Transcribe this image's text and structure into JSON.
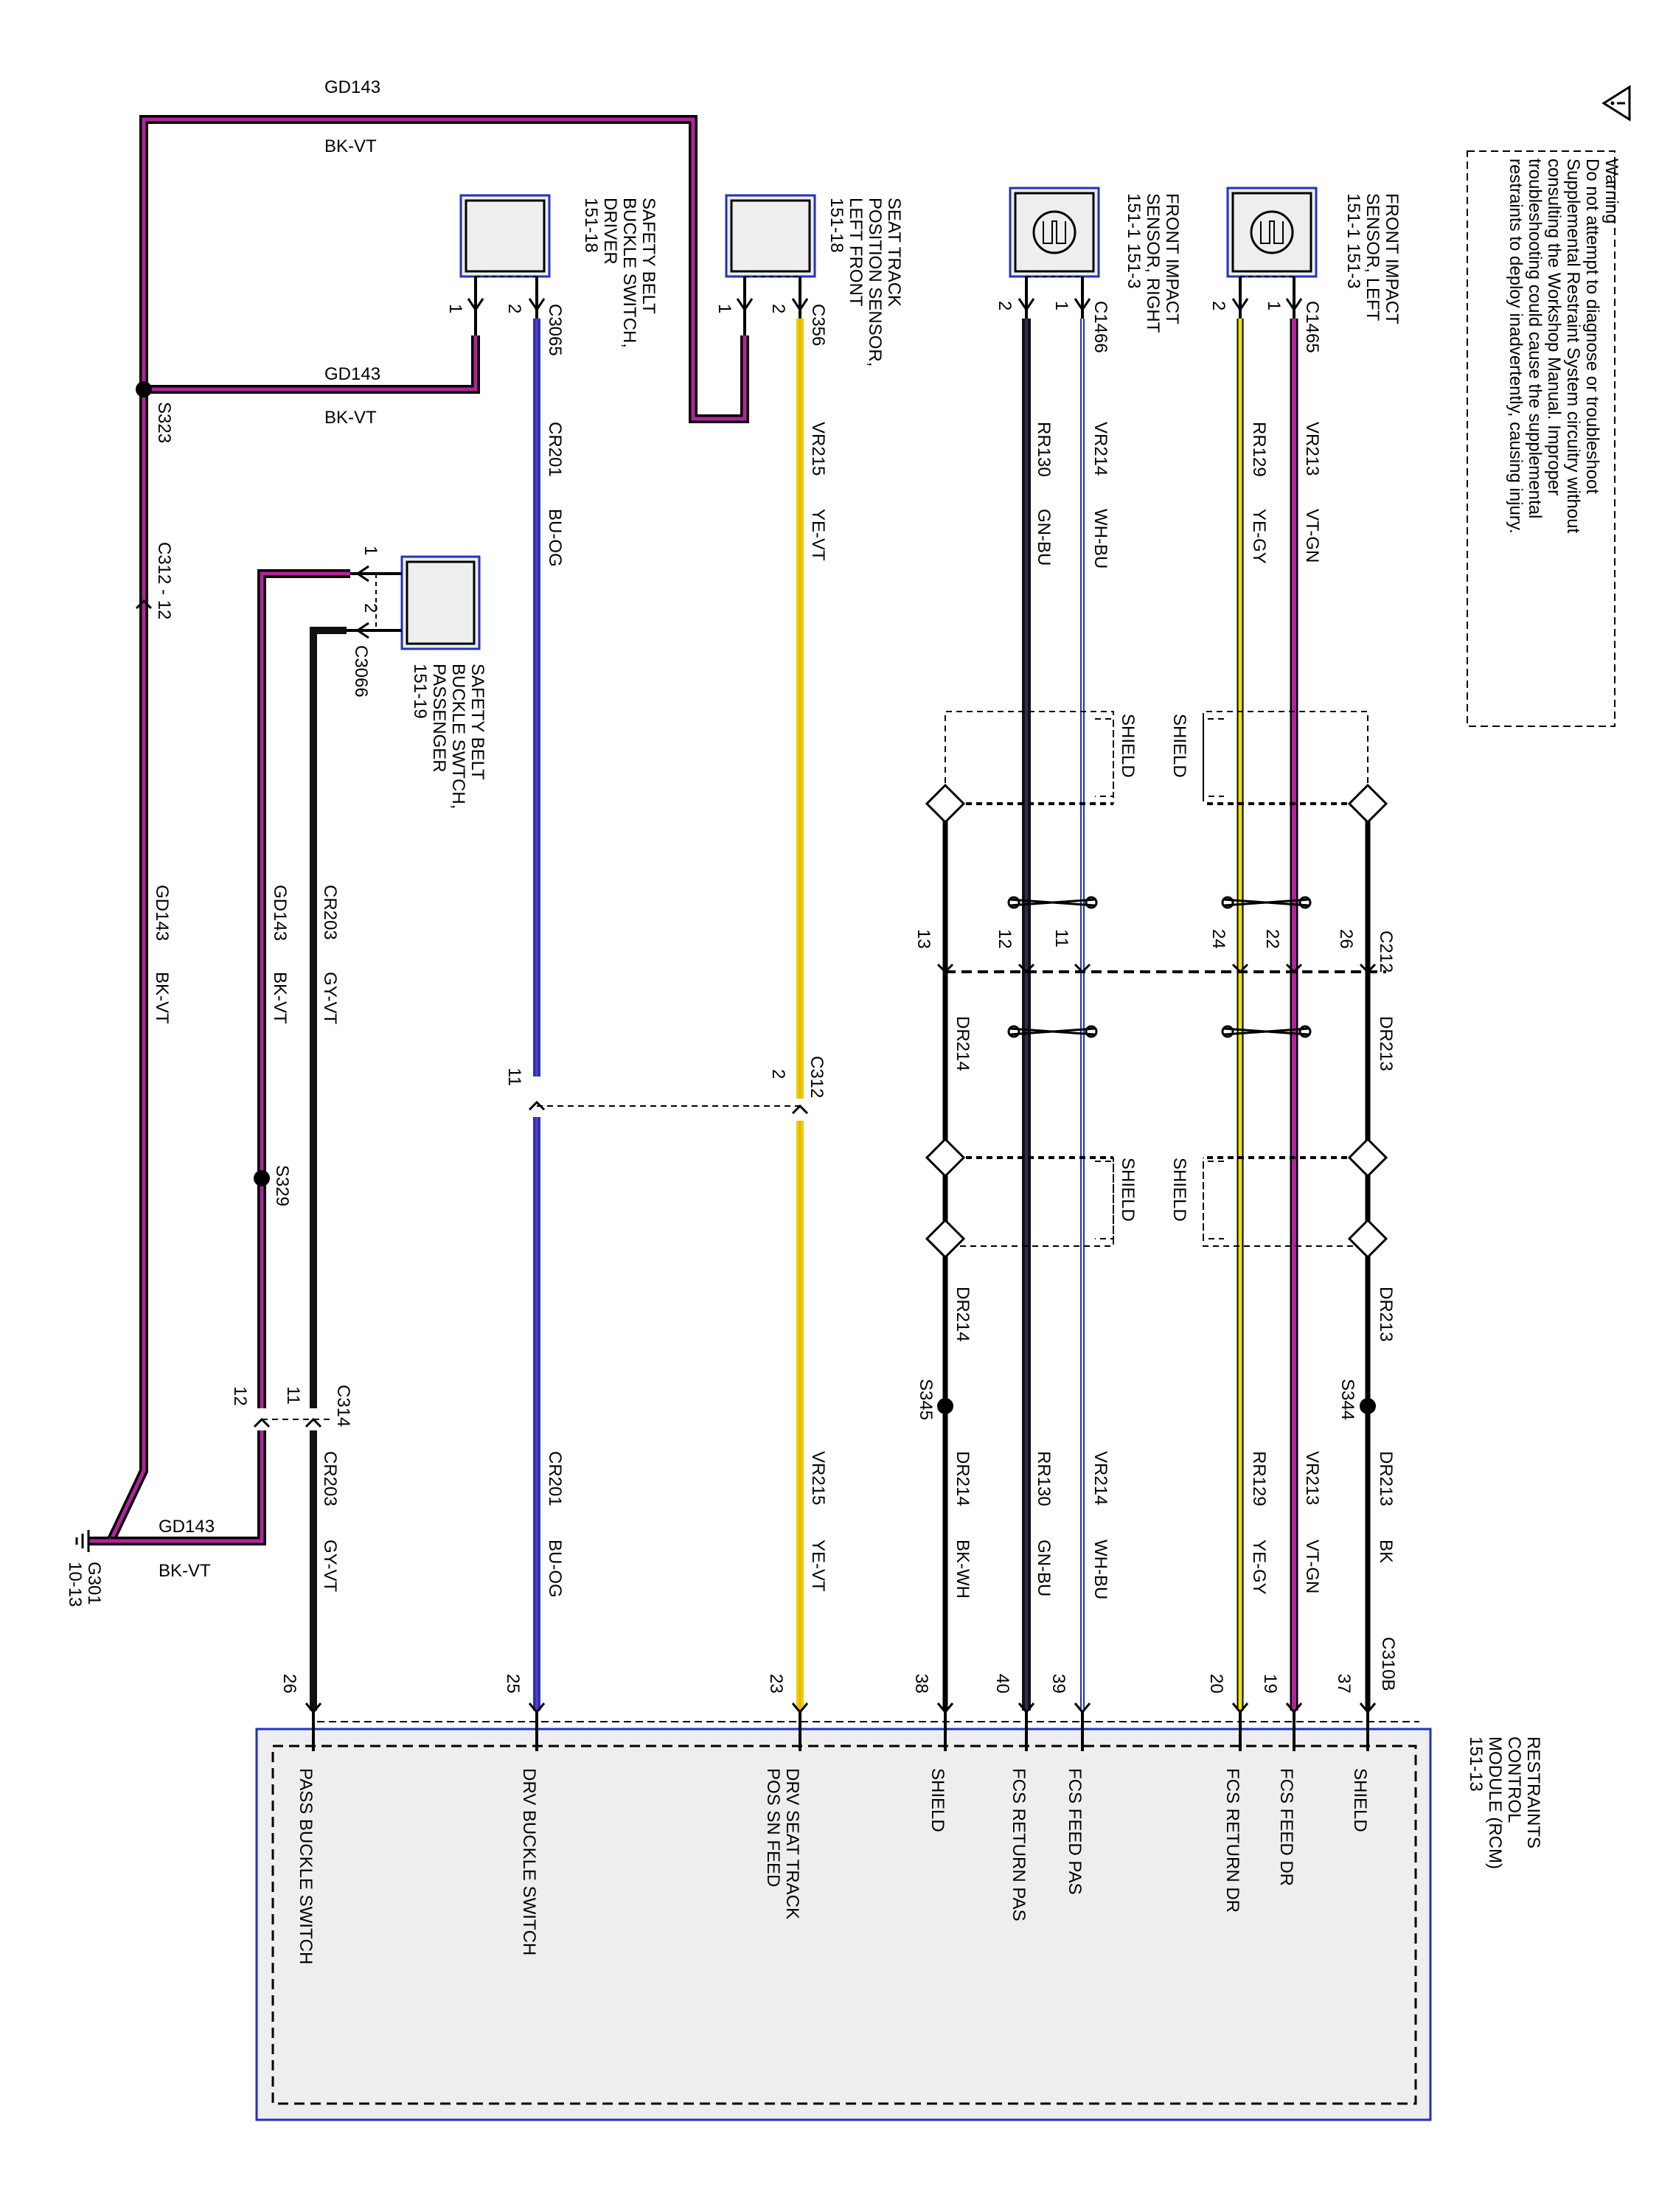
{
  "warning": {
    "title": "Warning",
    "lines": [
      "Do not attempt to diagnose or troubleshoot",
      "Supplemental Restraint System circuitry without",
      "consulting the Workshop Manual. Improper",
      "troubleshooting could cause the supplemental",
      "restraints to deploy inadvertently, causing injury."
    ]
  },
  "colors": {
    "violet": "#b0249a",
    "black": "#000000",
    "yellow": "#e6d000",
    "blue": "#2233bb",
    "box_fill": "#eeeeee",
    "module_border": "#2233bb"
  },
  "components": {
    "front_impact_left": {
      "lines": [
        "FRONT IMPACT",
        "SENSOR, LEFT",
        "151-1   151-3"
      ],
      "connector": "C1465"
    },
    "front_impact_right": {
      "lines": [
        "FRONT IMPACT",
        "SENSOR, RIGHT",
        "151-1   151-3"
      ],
      "connector": "C1466"
    },
    "seat_track": {
      "lines": [
        "SEAT TRACK",
        "POSITION SENSOR,",
        "LEFT FRONT",
        "151-18"
      ],
      "connector": "C356"
    },
    "belt_driver": {
      "lines": [
        "SAFETY BELT",
        "BUCKLE SWITCH,",
        "DRIVER",
        "151-18"
      ],
      "connector": "C3065"
    },
    "belt_pass": {
      "lines": [
        "SAFETY BELT",
        "BUCKLE SWTCH,",
        "PASSENGER",
        "151-19"
      ],
      "connector": "C3066"
    },
    "rcm": {
      "lines": [
        "RESTRAINTS",
        "CONTROL",
        "MODULE (RCM)",
        "151-13"
      ],
      "connector": "C310B"
    }
  },
  "pins": {
    "p1": "1",
    "p2": "2"
  },
  "shield_label": "SHIELD",
  "connectors": {
    "c212": "C212",
    "c312": "C312",
    "c312_12": "C312 - 12",
    "c314": "C314"
  },
  "splices": {
    "s323": "S323",
    "s329": "S329",
    "s344": "S344",
    "s345": "S345"
  },
  "ground": {
    "name": "G301",
    "ref": "10-13"
  },
  "circuits": {
    "vr213": {
      "circuit": "VR213",
      "color": "VT-GN"
    },
    "rr129": {
      "circuit": "RR129",
      "color": "YE-GY"
    },
    "vr214": {
      "circuit": "VR214",
      "color": "WH-BU"
    },
    "rr130": {
      "circuit": "RR130",
      "color": "GN-BU"
    },
    "vr215": {
      "circuit": "VR215",
      "color": "YE-VT"
    },
    "cr201": {
      "circuit": "CR201",
      "color": "BU-OG"
    },
    "cr203": {
      "circuit": "CR203",
      "color": "GY-VT"
    },
    "gd143": {
      "circuit": "GD143",
      "color": "BK-VT"
    },
    "dr213": {
      "circuit": "DR213"
    },
    "dr213_bk": {
      "circuit": "DR213",
      "color": "BK"
    },
    "dr214": {
      "circuit": "DR214"
    },
    "dr214_bkwh": {
      "circuit": "DR214",
      "color": "BK-WH"
    }
  },
  "c212_pins": {
    "p26": "26",
    "p22": "22",
    "p24": "24",
    "p11": "11",
    "p12": "12",
    "p13": "13"
  },
  "c312_pins": {
    "p2": "2",
    "p11": "11"
  },
  "c314_pins": {
    "p11": "11",
    "p12": "12"
  },
  "rcm_pins": [
    {
      "pin": "37",
      "label": "SHIELD"
    },
    {
      "pin": "19",
      "label": "FCS FEED DR"
    },
    {
      "pin": "20",
      "label": "FCS RETURN DR"
    },
    {
      "pin": "39",
      "label": "FCS FEED PAS"
    },
    {
      "pin": "40",
      "label": "FCS RETURN PAS"
    },
    {
      "pin": "38",
      "label": "SHIELD"
    },
    {
      "pin": "23",
      "label": "DRV SEAT TRACK|POS SN FEED"
    },
    {
      "pin": "25",
      "label": "DRV BUCKLE SWITCH"
    },
    {
      "pin": "26",
      "label": "PASS BUCKLE SWITCH"
    }
  ]
}
